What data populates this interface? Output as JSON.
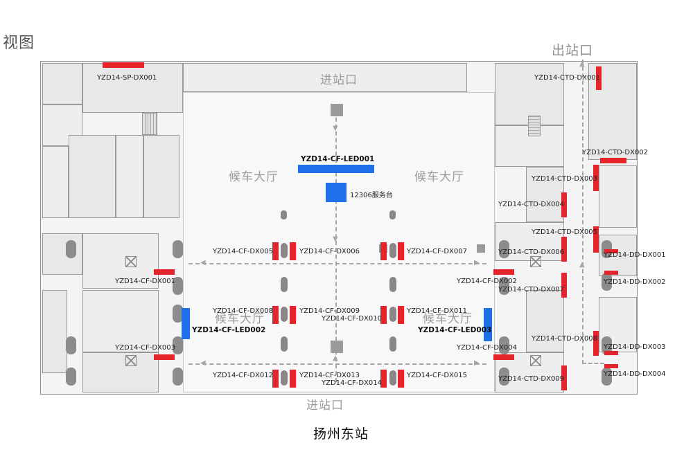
{
  "header_fragment": "视图",
  "entrance_top": "进站口",
  "entrance_bottom": "进站口",
  "exit_label": "出站口",
  "waiting_hall": "候车大厅",
  "service_desk": "12306服务台",
  "station_title": "扬州东站",
  "colors": {
    "red_display": "#e5242c",
    "blue_led": "#1f6fe8"
  },
  "labels": {
    "sp_dx001": "YZD14-SP-DX001",
    "cf_led001": "YZD14-CF-LED001",
    "cf_led002": "YZD14-CF-LED002",
    "cf_led003": "YZD14-CF-LED003",
    "cf_dx001": "YZD14-CF-DX001",
    "cf_dx002": "YZD14-CF-DX002",
    "cf_dx003": "YZD14-CF-DX003",
    "cf_dx004": "YZD14-CF-DX004",
    "cf_dx005": "YZD14-CF-DX005",
    "cf_dx006": "YZD14-CF-DX006",
    "cf_dx007": "YZD14-CF-DX007",
    "cf_dx008": "YZD14-CF-DX008",
    "cf_dx009": "YZD14-CF-DX009",
    "cf_dx010": "YZD14-CF-DX010",
    "cf_dx011": "YZD14-CF-DX011",
    "cf_dx012": "YZD14-CF-DX012",
    "cf_dx013": "YZD14-CF-DX013",
    "cf_dx014": "YZD14-CF-DX014",
    "cf_dx015": "YZD14-CF-DX015",
    "ctd_dx001": "YZD14-CTD-DX001",
    "ctd_dx002": "YZD14-CTD-DX002",
    "ctd_dx003": "YZD14-CTD-DX003",
    "ctd_dx004": "YZD14-CTD-DX004",
    "ctd_dx005": "YZD14-CTD-DX005",
    "ctd_dx006": "YZD14-CTD-DX006",
    "ctd_dx007": "YZD14-CTD-DX007",
    "ctd_dx008": "YZD14-CTD-DX008",
    "ctd_dx009": "YZD14-CTD-DX009",
    "dd_dx001": "YZD14-DD-DX001",
    "dd_dx002": "YZD14-DD-DX002",
    "dd_dx003": "YZD14-DD-DX003",
    "dd_dx004": "YZD14-DD-DX004"
  }
}
